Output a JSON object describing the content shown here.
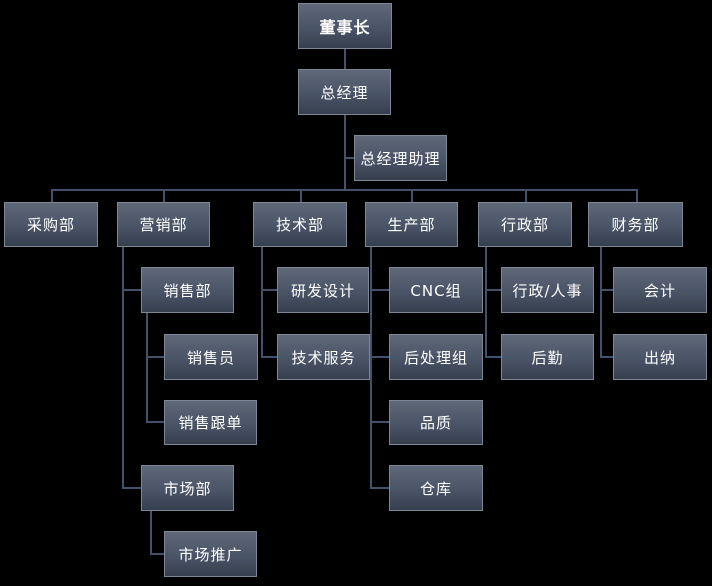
{
  "chart": {
    "type": "org-chart",
    "background_color": "#000000",
    "node_border_color": "#7e8796",
    "node_gradient_top": "#5e6878",
    "node_gradient_bottom": "#363f4e",
    "connector_color": "#42526a",
    "text_color": "#ffffff"
  },
  "nodes": {
    "chairman": {
      "label": "董事长",
      "reports_to": null
    },
    "gm": {
      "label": "总经理",
      "reports_to": "董事长"
    },
    "gm_assistant": {
      "label": "总经理助理",
      "reports_to": "总经理"
    },
    "purchasing": {
      "label": "采购部",
      "reports_to": "总经理"
    },
    "marketing": {
      "label": "营销部",
      "reports_to": "总经理"
    },
    "tech": {
      "label": "技术部",
      "reports_to": "总经理"
    },
    "production": {
      "label": "生产部",
      "reports_to": "总经理"
    },
    "admin": {
      "label": "行政部",
      "reports_to": "总经理"
    },
    "finance": {
      "label": "财务部",
      "reports_to": "总经理"
    },
    "sales_dept": {
      "label": "销售部",
      "reports_to": "营销部"
    },
    "salesperson": {
      "label": "销售员",
      "reports_to": "销售部"
    },
    "sales_followup": {
      "label": "销售跟单",
      "reports_to": "销售部"
    },
    "market_dept": {
      "label": "市场部",
      "reports_to": "营销部"
    },
    "market_promotion": {
      "label": "市场推广",
      "reports_to": "市场部"
    },
    "rd_design": {
      "label": "研发设计",
      "reports_to": "技术部"
    },
    "tech_service": {
      "label": "技术服务",
      "reports_to": "技术部"
    },
    "cnc_group": {
      "label": "CNC组",
      "reports_to": "生产部"
    },
    "post_processing": {
      "label": "后处理组",
      "reports_to": "生产部"
    },
    "quality": {
      "label": "品质",
      "reports_to": "生产部"
    },
    "warehouse": {
      "label": "仓库",
      "reports_to": "生产部"
    },
    "admin_hr": {
      "label": "行政/人事",
      "reports_to": "行政部"
    },
    "logistics": {
      "label": "后勤",
      "reports_to": "行政部"
    },
    "accounting": {
      "label": "会计",
      "reports_to": "财务部"
    },
    "cashier": {
      "label": "出纳",
      "reports_to": "财务部"
    }
  }
}
